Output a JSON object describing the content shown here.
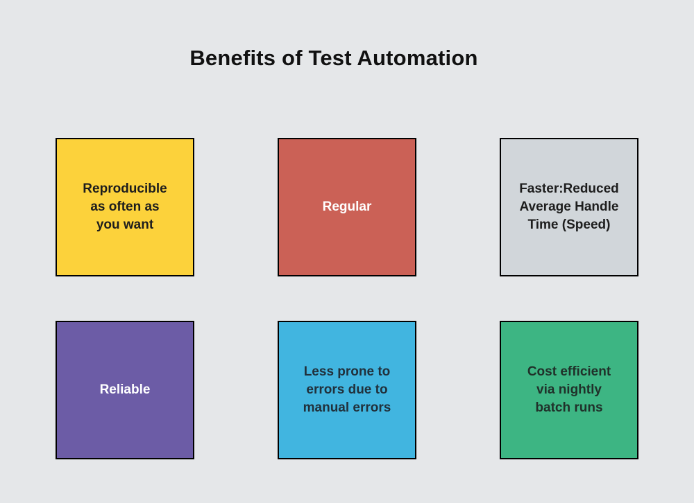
{
  "title": "Benefits of Test Automation",
  "canvas": {
    "background_color": "#e5e7e9",
    "box_border_color": "#000000"
  },
  "boxes": [
    {
      "id": "reproducible",
      "label": "Reproducible\nas often as\nyou want",
      "bg_color": "#fcd23b",
      "text_color": "#1d1d1d"
    },
    {
      "id": "regular",
      "label": "Regular",
      "bg_color": "#cb6156",
      "text_color": "#ffffff"
    },
    {
      "id": "faster",
      "label": "Faster:Reduced\nAverage Handle\nTime (Speed)",
      "bg_color": "#d1d6da",
      "text_color": "#1d1d1d"
    },
    {
      "id": "reliable",
      "label": "Reliable",
      "bg_color": "#6c5ca6",
      "text_color": "#ffffff"
    },
    {
      "id": "less-errors",
      "label": "Less prone to\nerrors due to\nmanual errors",
      "bg_color": "#41b5e0",
      "text_color": "#21313c"
    },
    {
      "id": "cost",
      "label": "Cost efficient\nvia nightly\nbatch runs",
      "bg_color": "#3db583",
      "text_color": "#20312a"
    }
  ]
}
